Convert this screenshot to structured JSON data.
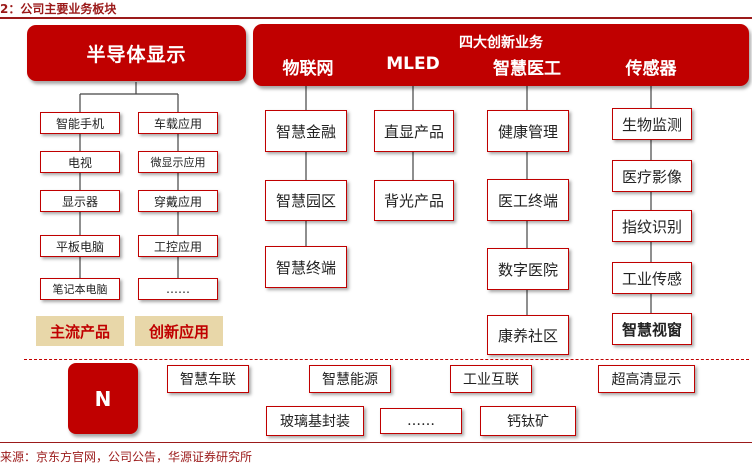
{
  "figure_title": "2：公司主要业务板块",
  "semiconductor": {
    "title": "半导体显示",
    "mainstream_products": [
      "智能手机",
      "电视",
      "显示器",
      "平板电脑",
      "笔记本电脑"
    ],
    "innovative_apps": [
      "车载应用",
      "微显示应用",
      "穿戴应用",
      "工控应用",
      "……"
    ],
    "tag_mainstream": "主流产品",
    "tag_innovation": "创新应用"
  },
  "innovation_business": {
    "title": "四大创新业务",
    "columns": [
      {
        "name": "物联网",
        "items": [
          "智慧金融",
          "智慧园区",
          "智慧终端"
        ]
      },
      {
        "name": "MLED",
        "items": [
          "直显产品",
          "背光产品"
        ]
      },
      {
        "name": "智慧医工",
        "items": [
          "健康管理",
          "医工终端",
          "数字医院",
          "康养社区"
        ]
      },
      {
        "name": "传感器",
        "items": [
          "生物监测",
          "医疗影像",
          "指纹识别",
          "工业传感",
          "智慧视窗"
        ]
      }
    ]
  },
  "n_section": {
    "label": "N",
    "items_row1": [
      "智慧车联",
      "智慧能源",
      "工业互联",
      "超高清显示"
    ],
    "items_row2": [
      "玻璃基封装",
      "……",
      "钙钛矿"
    ]
  },
  "source": "来源：京东方官网，公司公告，华源证券研究所",
  "colors": {
    "accent": "#c00000",
    "tag_bg": "#e8d7a9",
    "title": "#9b1a1a"
  }
}
